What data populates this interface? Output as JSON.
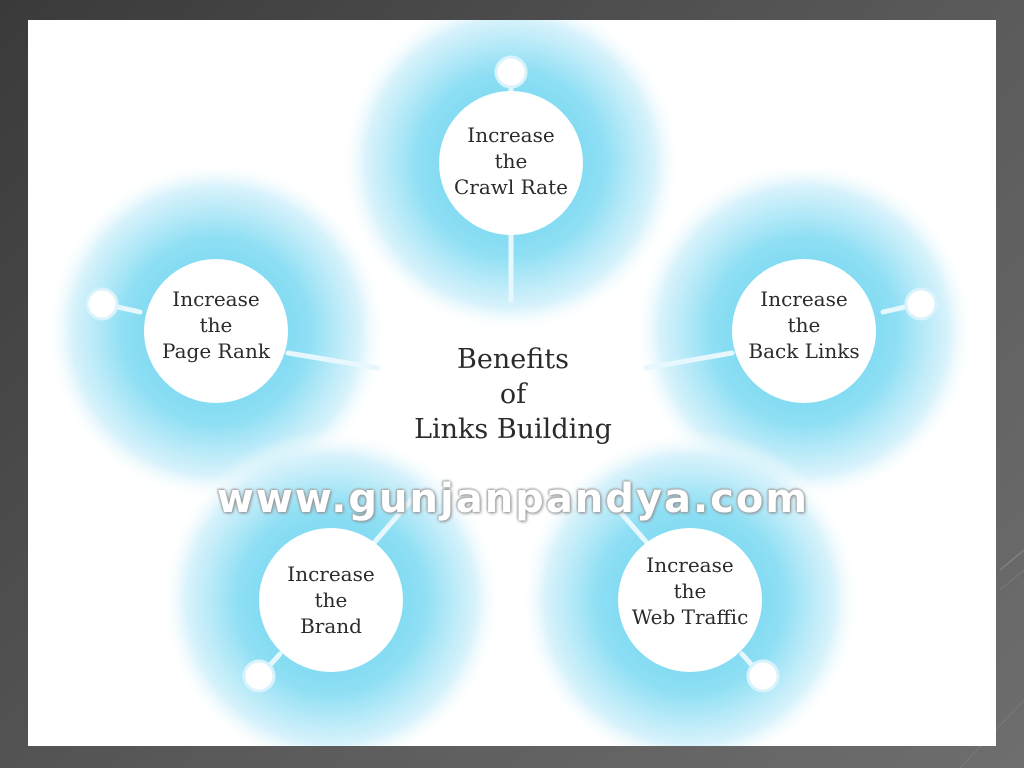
{
  "diagram": {
    "center": {
      "line1": "Benefits",
      "line2": "of",
      "line3": "Links Building"
    },
    "nodes": [
      {
        "id": "crawl-rate",
        "lines": [
          "Increase",
          "the",
          "Crawl Rate"
        ]
      },
      {
        "id": "page-rank",
        "lines": [
          "Increase",
          "the",
          "Page Rank"
        ]
      },
      {
        "id": "back-links",
        "lines": [
          "Increase",
          "the",
          "Back Links"
        ]
      },
      {
        "id": "brand",
        "lines": [
          "Increase",
          "the",
          "Brand"
        ]
      },
      {
        "id": "web-traffic",
        "lines": [
          "Increase",
          "the",
          "Web Traffic"
        ]
      }
    ],
    "watermark": "www.gunjanpandya.com"
  },
  "colors": {
    "glow": "#5fd0ee",
    "connector": "#e6f7fd",
    "text": "#2b2b2b",
    "slide_background": "#4a4a4a"
  }
}
